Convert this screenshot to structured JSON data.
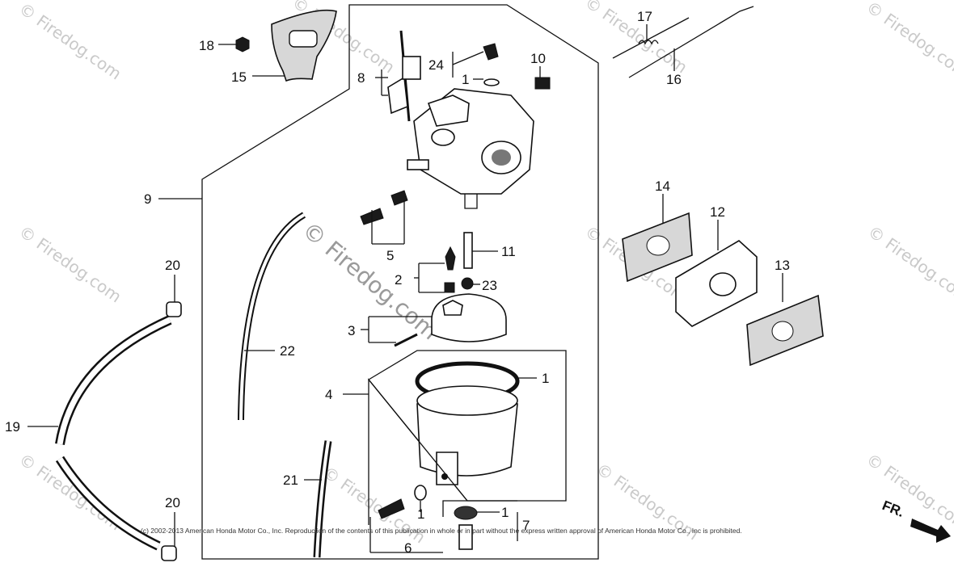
{
  "watermark": {
    "text": "© Firedog.com",
    "center_text": "© Firedog.com"
  },
  "copyright": "(c) 2002-2013 American Honda Motor Co., Inc. Reproduction of the contents of this publication in whole or in part without the express written approval of American Honda Motor Co., Inc is prohibited.",
  "direction_label": "FR.",
  "callouts": {
    "c18": "18",
    "c15": "15",
    "c8": "8",
    "c24": "24",
    "c1a": "1",
    "c10": "10",
    "c17": "17",
    "c16": "16",
    "c9": "9",
    "c5": "5",
    "c11": "11",
    "c2": "2",
    "c23": "23",
    "c3": "3",
    "c14": "14",
    "c12": "12",
    "c13": "13",
    "c20a": "20",
    "c22": "22",
    "c1b": "1",
    "c4": "4",
    "c19": "19",
    "c21": "21",
    "c20b": "20",
    "c1c": "1",
    "c1d": "1",
    "c7": "7",
    "c6": "6"
  }
}
